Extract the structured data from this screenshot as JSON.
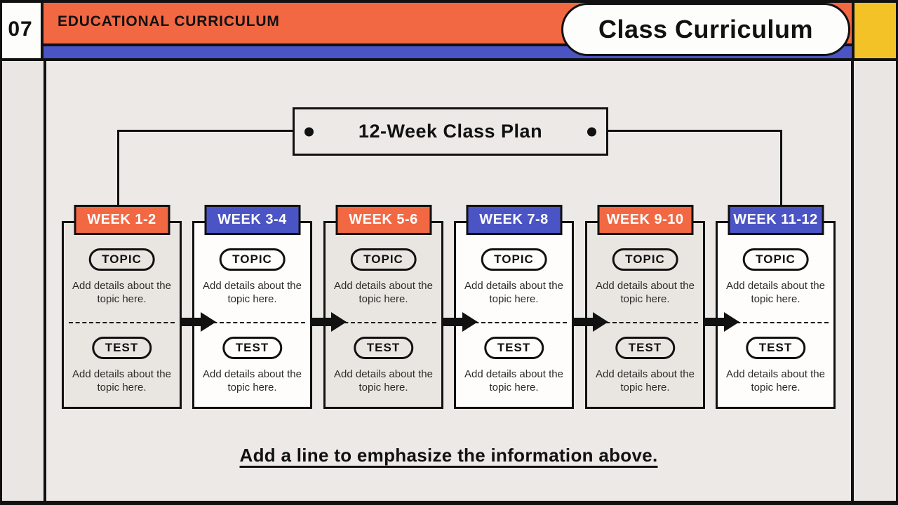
{
  "slide": {
    "page_number": "07",
    "banner_title": "EDUCATIONAL CURRICULUM",
    "title": "Class Curriculum",
    "plan_title": "12-Week Class Plan",
    "footer_note": "Add a line to emphasize the information above.",
    "colors": {
      "orange": "#f26843",
      "blue": "#4b54c4",
      "yellow": "#f2c227",
      "background": "#e9e6e3",
      "panel": "#ece9e6",
      "card_gray": "#e9e6e2",
      "card_white": "#fefdfc",
      "ink": "#111111"
    }
  },
  "cards": [
    {
      "week": "WEEK 1-2",
      "header_color": "orange",
      "body_color": "gray",
      "topic_label": "TOPIC",
      "topic_text": "Add details about the topic here.",
      "test_label": "TEST",
      "test_text": "Add details about the topic here."
    },
    {
      "week": "WEEK 3-4",
      "header_color": "blue",
      "body_color": "white",
      "topic_label": "TOPIC",
      "topic_text": "Add details about the topic here.",
      "test_label": "TEST",
      "test_text": "Add details about the topic here."
    },
    {
      "week": "WEEK 5-6",
      "header_color": "orange",
      "body_color": "gray",
      "topic_label": "TOPIC",
      "topic_text": "Add details about the topic here.",
      "test_label": "TEST",
      "test_text": "Add details about the topic here."
    },
    {
      "week": "WEEK 7-8",
      "header_color": "blue",
      "body_color": "white",
      "topic_label": "TOPIC",
      "topic_text": "Add details about the topic here.",
      "test_label": "TEST",
      "test_text": "Add details about the topic here."
    },
    {
      "week": "WEEK 9-10",
      "header_color": "orange",
      "body_color": "gray",
      "topic_label": "TOPIC",
      "topic_text": "Add details about the topic here.",
      "test_label": "TEST",
      "test_text": "Add details about the topic here."
    },
    {
      "week": "WEEK 11-12",
      "header_color": "blue",
      "body_color": "white",
      "topic_label": "TOPIC",
      "topic_text": "Add details about the topic here.",
      "test_label": "TEST",
      "test_text": "Add details about the topic here."
    }
  ]
}
